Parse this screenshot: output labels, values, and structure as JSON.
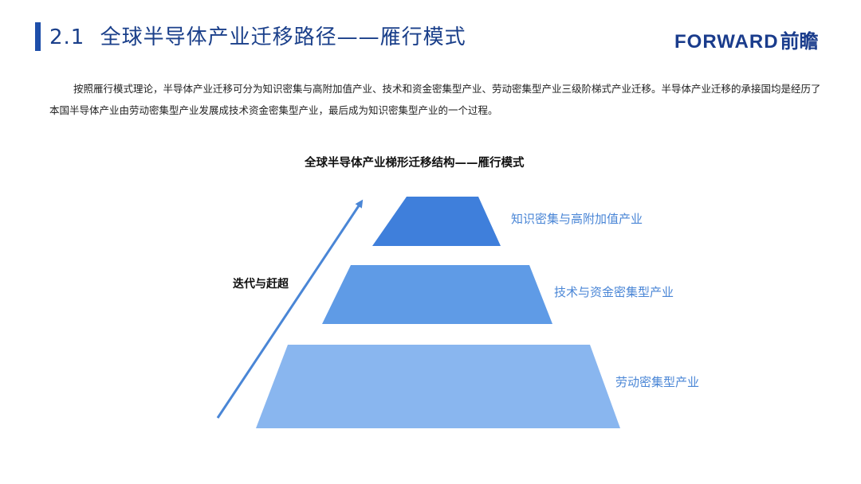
{
  "header": {
    "section_number": "2.1",
    "title": "全球半导体产业迁移路径——雁行模式",
    "logo_latin": "FORWARD",
    "logo_cn": "前瞻"
  },
  "intro_text": "按照雁行模式理论，半导体产业迁移可分为知识密集与高附加值产业、技术和资金密集型产业、劳动密集型产业三级阶梯式产业迁移。半导体产业迁移的承接国均是经历了本国半导体产业由劳动密集型产业发展成技术资金密集型产业，最后成为知识密集型产业的一个过程。",
  "diagram": {
    "title": "全球半导体产业梯形迁移结构——雁行模式",
    "arrow_label": "迭代与赶超",
    "tiers": [
      {
        "label": "知识密集与高附加值产业",
        "color": "#3f7fdb"
      },
      {
        "label": "技术与资金密集型产业",
        "color": "#5f9be6"
      },
      {
        "label": "劳动密集型产业",
        "color": "#89b6ef"
      }
    ],
    "arrow_color": "#4a86d6"
  }
}
